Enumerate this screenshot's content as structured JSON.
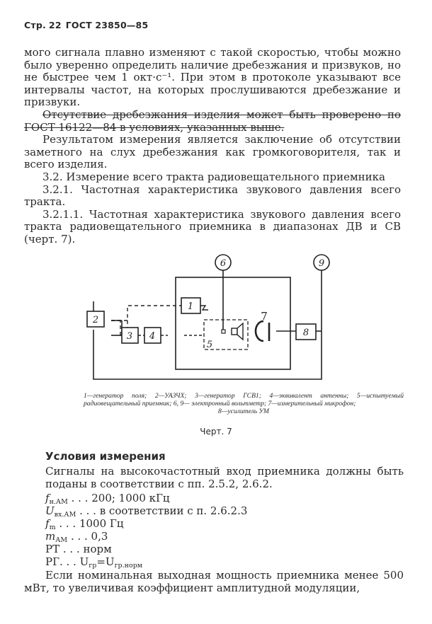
{
  "header": {
    "page_label": "Стр.",
    "page_number": "22",
    "standard": "ГОСТ 23850—85"
  },
  "paragraphs": [
    "мого сигнала плавно изменяют с такой скоростью, чтобы можно было уверенно определить наличие дребезжания и призвуков, но не быстрее чем 1 окт·с⁻¹. При этом в протоколе указывают все интервалы частот, на которых прослушиваются дребезжание и призвуки.",
    "Отсутствие дребезжания изделия может быть проверено по ГОСТ 16122—84 в условиях, указанных выше.",
    "Результатом измерения является заключение об отсутствии заметного на слух дребезжания как громкоговорителя, так и всего изделия.",
    "3.2. Измерение всего тракта радиовещательного приемника",
    "3.2.1. Частотная характеристика звукового давления всего тракта.",
    "3.2.1.1. Частотная характеристика звукового давления всего тракта радиовещательного приемника в диапазонах ДВ и СВ (черт. 7)."
  ],
  "diagram": {
    "labels": {
      "b1": "1",
      "b2": "2",
      "b3": "3",
      "b4": "4",
      "b5": "5",
      "b6": "6",
      "b7": "7",
      "b8": "8",
      "b9": "9"
    }
  },
  "caption": {
    "text": "1—генератор поля; 2—УАЗЧХ; 3—генератор ГСВ1; 4—эквивалент антенны; 5—испытуемый радиовещательный приемник; 6, 9— электронный вольтметр; 7—измерительный микрофон;",
    "last_line": "8—усилитель УМ"
  },
  "figure_title": "Черт. 7",
  "conditions": {
    "title": "Условия измерения",
    "intro": "Сигналы на высокочастотный вход приемника должны быть поданы в соответствии с пп. 2.5.2, 2.6.2.",
    "items": [
      {
        "symbol": "f",
        "sub": "н.АМ",
        "text": ". . . 200; 1000 кГц"
      },
      {
        "symbol": "U",
        "sub": "вх.АМ",
        "text": ". . . в соответствии с п. 2.6.2.3"
      },
      {
        "symbol": "f",
        "sub": "m",
        "text": ". . . 1000 Гц"
      },
      {
        "symbol": "m",
        "sub": "АМ",
        "text": ". . . 0,3"
      },
      {
        "symbol": "",
        "sub": "",
        "text": "РТ . . . норм"
      },
      {
        "symbol": "",
        "sub": "",
        "text": "РГ. . . U",
        "tail_sub": "гр",
        "tail": "=U",
        "tail_sub2": "гр.норм"
      }
    ],
    "final": "Если номинальная выходная мощность приемника менее 500 мВт, то увеличивая коэффициент амплитудной модуляции,"
  }
}
